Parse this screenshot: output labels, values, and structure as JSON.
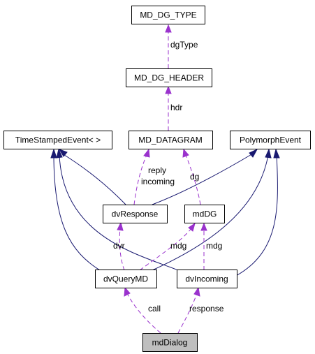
{
  "nodes": {
    "md_dg_type": "MD_DG_TYPE",
    "md_dg_header": "MD_DG_HEADER",
    "time_stamped_event": "TimeStampedEvent< >",
    "md_datagram": "MD_DATAGRAM",
    "polymorph_event": "PolymorphEvent",
    "dv_response": "dvResponse",
    "md_dg": "mdDG",
    "dv_query_md": "dvQueryMD",
    "dv_incoming": "dvIncoming",
    "md_dialog": "mdDialog"
  },
  "edge_labels": {
    "dg_type": "dgType",
    "hdr": "hdr",
    "reply": "reply",
    "incoming": "incoming",
    "dg": "dg",
    "dvr": "dvr",
    "mdg_left": "mdg",
    "mdg_right": "mdg",
    "call": "call",
    "response": "response"
  },
  "colors": {
    "inheritance": "#191970",
    "usage": "#9a32cd",
    "focus_node": "#bfbfbf"
  }
}
